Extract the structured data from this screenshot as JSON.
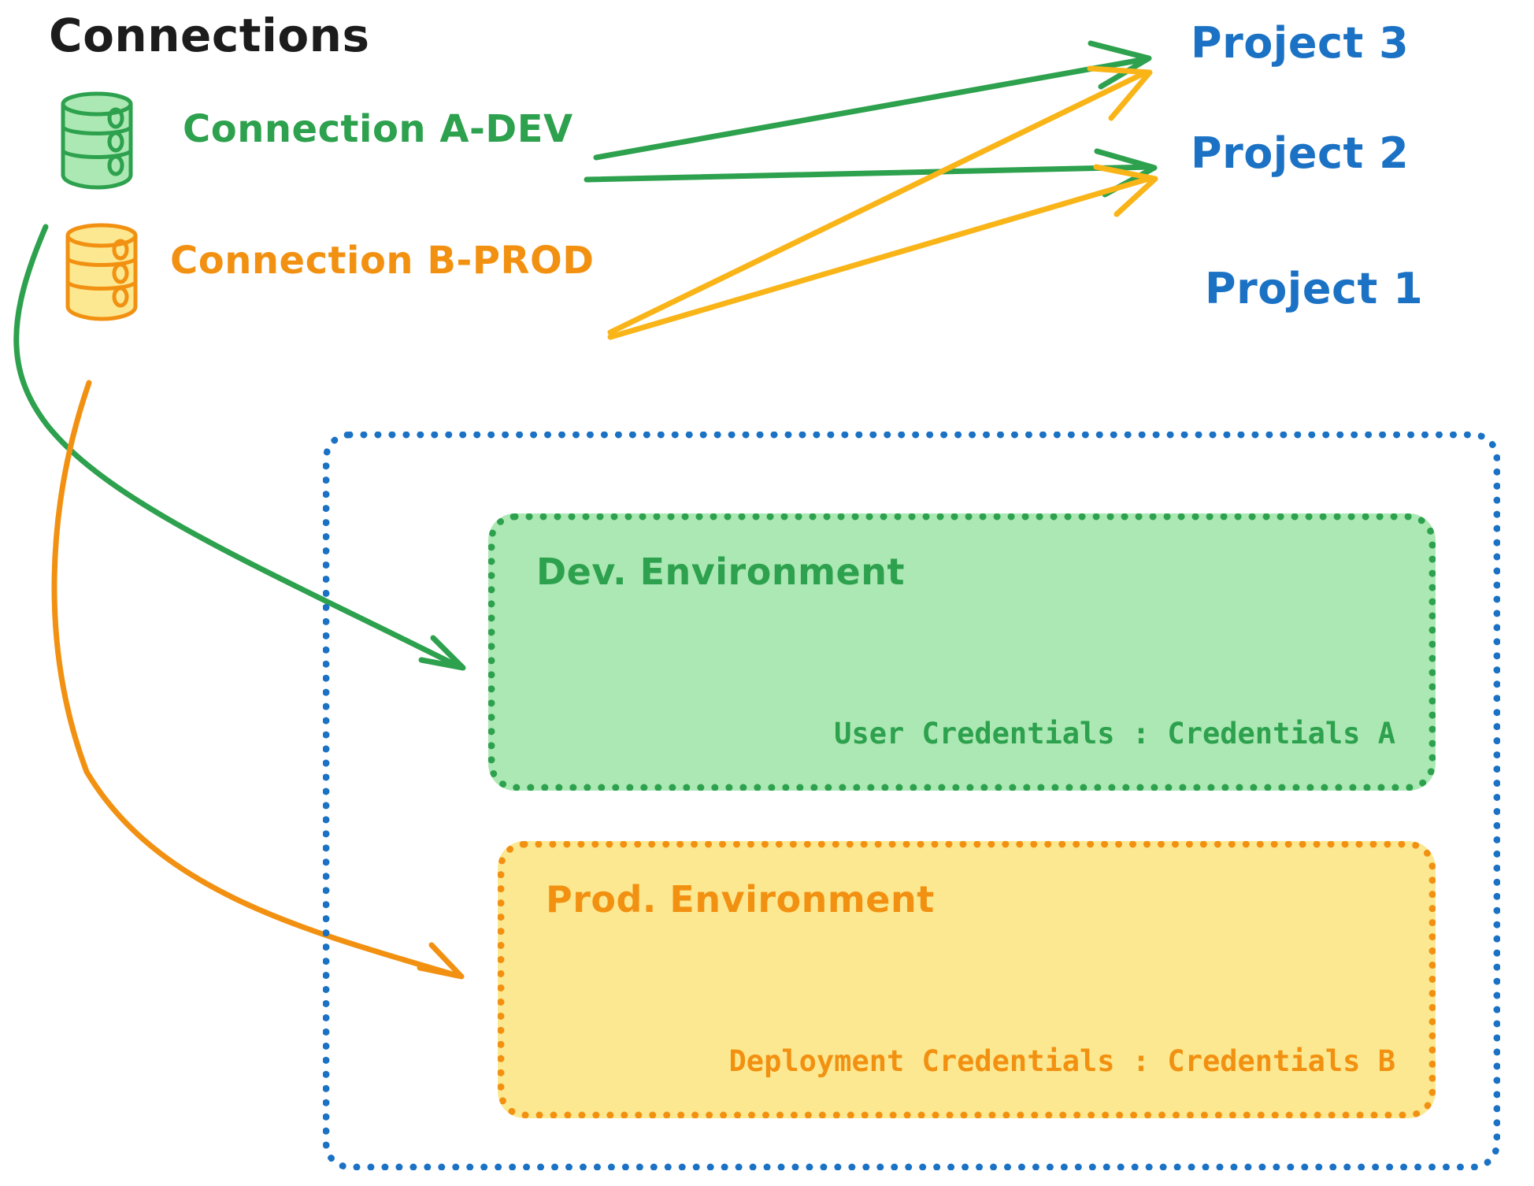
{
  "title": "Connections",
  "colors": {
    "green_stroke": "#2da14d",
    "green_fill": "#abe8b3",
    "orange_stroke": "#f29111",
    "orange_fill": "#fce890",
    "blue_stroke": "#1b72c4",
    "title_text": "#1c1c1c",
    "background": "#ffffff"
  },
  "connections": [
    {
      "id": "a-dev",
      "label": "Connection A-DEV",
      "icon": "database-icon",
      "color": "#2da14d"
    },
    {
      "id": "b-prod",
      "label": "Connection B-PROD",
      "icon": "database-icon",
      "color": "#f29111"
    }
  ],
  "projects": [
    {
      "id": "project-3",
      "label": "Project 3"
    },
    {
      "id": "project-2",
      "label": "Project 2"
    },
    {
      "id": "project-1",
      "label": "Project 1"
    }
  ],
  "project1": {
    "label": "Project 1",
    "environments": [
      {
        "id": "dev",
        "title": "Dev. Environment",
        "credential_label": "User Credentials",
        "credential_separator": ":",
        "credential_value": "Credentials A",
        "credential_line": "User Credentials : Credentials A",
        "color": "#2da14d",
        "fill": "#abe8b3"
      },
      {
        "id": "prod",
        "title": "Prod. Environment",
        "credential_label": "Deployment Credentials",
        "credential_separator": ":",
        "credential_value": "Credentials B",
        "credential_line": "Deployment Credentials : Credentials B",
        "color": "#f29111",
        "fill": "#fce890"
      }
    ]
  },
  "edges": [
    {
      "id": "a-dev-to-project-3",
      "from": "Connection A-DEV",
      "to": "Project 3",
      "color": "#2da14d",
      "style": "straight-arrow"
    },
    {
      "id": "a-dev-to-project-2",
      "from": "Connection A-DEV",
      "to": "Project 2",
      "color": "#2da14d",
      "style": "straight-arrow"
    },
    {
      "id": "a-dev-to-dev-env",
      "from": "Connection A-DEV",
      "to": "Dev. Environment",
      "color": "#2da14d",
      "style": "curved-arrow"
    },
    {
      "id": "b-prod-to-project-3",
      "from": "Connection B-PROD",
      "to": "Project 3",
      "color": "#f29111",
      "style": "straight-arrow"
    },
    {
      "id": "b-prod-to-project-2",
      "from": "Connection B-PROD",
      "to": "Project 2",
      "color": "#f29111",
      "style": "straight-arrow"
    },
    {
      "id": "b-prod-to-prod-env",
      "from": "Connection B-PROD",
      "to": "Prod. Environment",
      "color": "#f29111",
      "style": "curved-arrow"
    }
  ]
}
